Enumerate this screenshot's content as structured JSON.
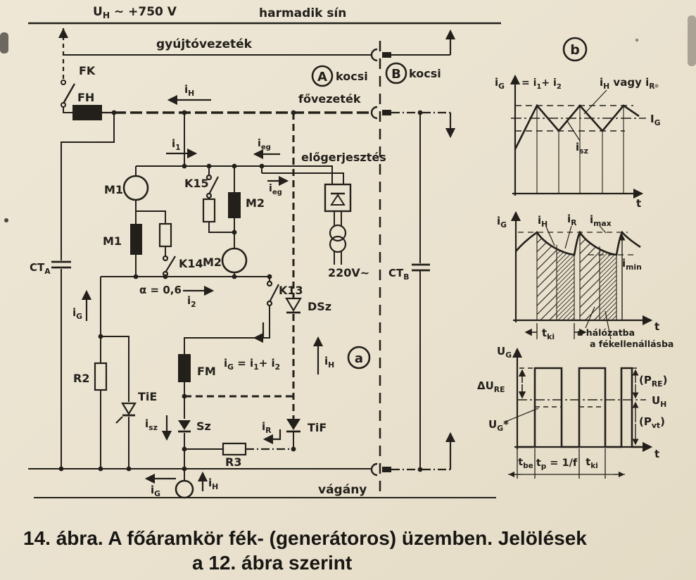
{
  "caption": {
    "line1": "14. ábra. A főáramkör fék- (generátoros) üzemben. Jelölések",
    "line2": "a 12. ábra szerint"
  },
  "circuit": {
    "supply_voltage": "U_{H} ~ +750 V",
    "third_rail": "harmadik sín",
    "ignition_wire": "gyújtóvezeték",
    "main_wire": "fővezeték",
    "fk": "FK",
    "fh": "FH",
    "i_h_top": "i_{H}",
    "car_a_letter": "A",
    "car_a_word": "kocsi",
    "car_b_letter": "B",
    "car_b_word": "kocsi",
    "i_1": "i_{1}",
    "i_eg_main": "i_{eg}",
    "pre_excitation": "előgerjesztés",
    "i_eg_loop": "i_{eg}",
    "k15": "K15",
    "k14": "K14",
    "k13": "K13",
    "m1_armature": "M1",
    "m1_field": "M1",
    "m2_field": "M2",
    "m2_armature": "M2",
    "alpha": "α = 0,6",
    "i_2": "i_{2}",
    "rectifier_supply": "220V~",
    "ct_a": "CT_{A}",
    "ct_b": "CT_{B}",
    "i_g_left": "i_{G}",
    "r2": "R2",
    "tie": "TiE",
    "i_sz": "i_{sz}",
    "sz": "Sz",
    "fm": "FM",
    "i_g_sum": "i_{G} = i_{1}+ i_{2}",
    "dsz": "DSz",
    "i_h_mid": "i_{H}",
    "tif": "TiF",
    "i_r": "i_{R}",
    "r3": "R3",
    "i_g_bottom": "i_{G}",
    "i_h_bottom": "i_{H}",
    "track": "vágány",
    "circle_a": "a"
  },
  "graphs": {
    "circle_b": "b",
    "top": {
      "y_label": "i_{G}",
      "y_eq": "= i_{1}+ i_{2}",
      "peak_note": "i_{H} vagy i_{R}",
      "avg": "I_{G}",
      "ripple": "i_{sz}",
      "t": "t"
    },
    "middle": {
      "y_label": "i_{G}",
      "i_h": "i_{H}",
      "i_r": "i_{R}",
      "i_max": "i_{max}",
      "i_min": "i_{min}",
      "t_ki": "t_{ki}",
      "area_network": "a hálózatba",
      "area_brake": "a fékellenállásba",
      "t": "t"
    },
    "bottom": {
      "y_label": "U_{G}",
      "delta": "ΔU_{RE}",
      "u_h": "U_{H}",
      "u_g_star": "U_{G}*",
      "p_re": "(P_{RE})",
      "p_vt": "(P_{vt})",
      "t_be": "t_{be}",
      "t_p": "t_{p} = 1/f",
      "t_ki": "t_{ki}",
      "t": "t"
    }
  }
}
